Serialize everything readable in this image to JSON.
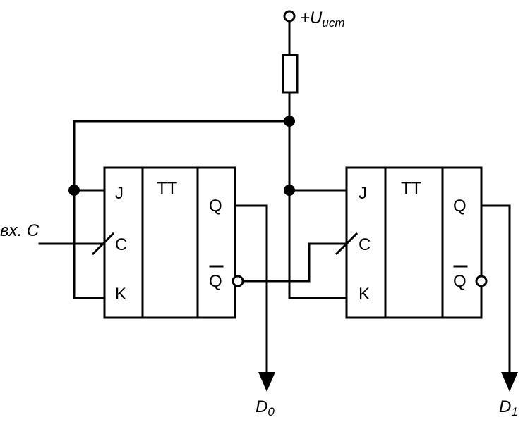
{
  "supply": {
    "prefix": "+U",
    "subscript": "ист"
  },
  "input_label": "вх. C",
  "flipflops": [
    {
      "type": "TT",
      "pin_j": "J",
      "pin_c": "C",
      "pin_k": "K",
      "pin_q": "Q",
      "pin_qbar": "Q",
      "output_letter": "D",
      "output_index": "0"
    },
    {
      "type": "TT",
      "pin_j": "J",
      "pin_c": "C",
      "pin_k": "K",
      "pin_q": "Q",
      "pin_qbar": "Q",
      "output_letter": "D",
      "output_index": "1"
    }
  ],
  "colors": {
    "line": "#000000",
    "background": "#ffffff"
  }
}
